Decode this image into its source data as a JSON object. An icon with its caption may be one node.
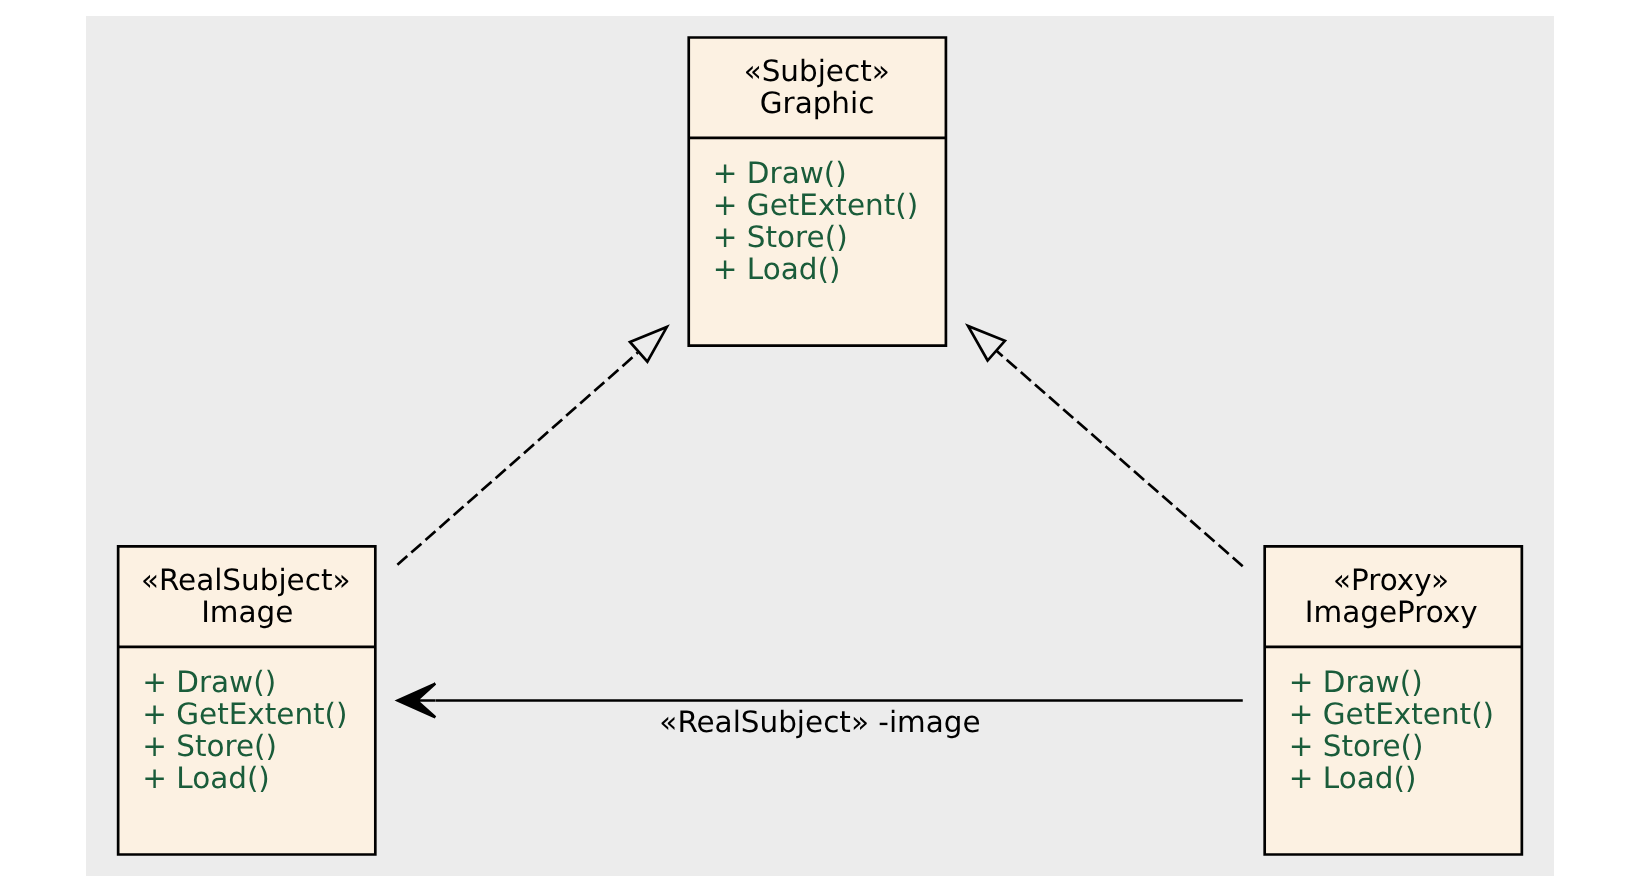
{
  "diagram": {
    "nodes": [
      {
        "text": [
          "«Subject»",
          "Graphic",
          "+ Draw()",
          "+ GetExtent()",
          "+ Store()",
          "+ Load()"
        ]
      },
      {
        "text": [
          "«RealSubject»",
          "Image",
          "+ Draw()",
          "+ GetExtent()",
          "+ Store()",
          "+ Load()"
        ]
      },
      {
        "text": [
          "«Proxy»",
          "ImageProxy",
          "+ Draw()",
          "+ GetExtent()",
          "+ Store()",
          "+ Load()"
        ]
      }
    ],
    "edges": [
      {
        "from": 1,
        "to": 0,
        "arrow": "to",
        "style": "dashed"
      },
      {
        "from": 2,
        "to": 0,
        "arrow": "to",
        "style": "dashed"
      },
      {
        "from": 2,
        "to": 1,
        "arrow": "to",
        "label": "«RealSubject» -image"
      }
    ]
  }
}
